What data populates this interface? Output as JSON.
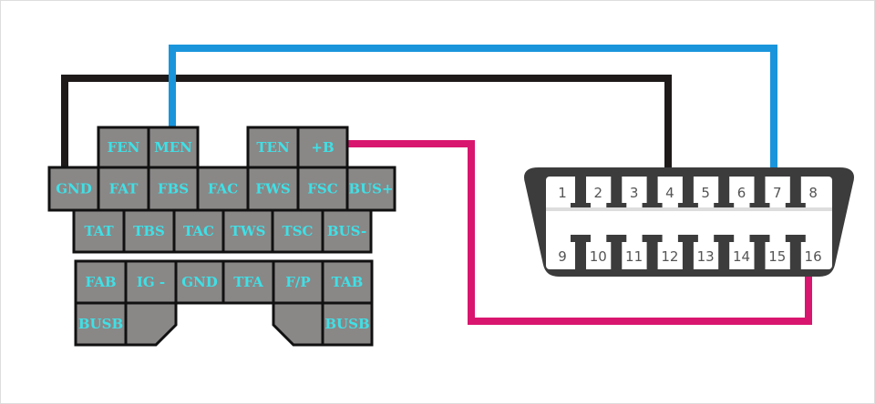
{
  "colors": {
    "cell_fill": "#8a8787",
    "cell_text": "#3fe0e6",
    "wire_black": "#1e1a1a",
    "wire_blue": "#1a95dc",
    "wire_pink": "#d9166f",
    "obd_body": "#3c3c3c",
    "pin_fill": "#ffffff"
  },
  "connector_cells": {
    "row1": [
      "FEN",
      "MEN",
      "TEN",
      "+B"
    ],
    "row2": [
      "GND",
      "FAT",
      "FBS",
      "FAC",
      "FWS",
      "FSC",
      "BUS+"
    ],
    "row3": [
      "TAT",
      "TBS",
      "TAC",
      "TWS",
      "TSC",
      "BUS-"
    ],
    "row4": [
      "FAB",
      "IG -",
      "GND",
      "TFA",
      "F/P",
      "TAB"
    ],
    "row5": [
      "BUSB",
      "",
      "",
      "BUSB"
    ]
  },
  "obd_pins": {
    "top": [
      "1",
      "2",
      "3",
      "4",
      "5",
      "6",
      "7",
      "8"
    ],
    "bottom": [
      "9",
      "10",
      "11",
      "12",
      "13",
      "14",
      "15",
      "16"
    ]
  },
  "wires": [
    {
      "from": "GND",
      "to_pin": "4",
      "color": "black"
    },
    {
      "from": "MEN",
      "to_pin": "7",
      "color": "blue"
    },
    {
      "from": "+B",
      "to_pin": "16",
      "color": "pink"
    }
  ]
}
